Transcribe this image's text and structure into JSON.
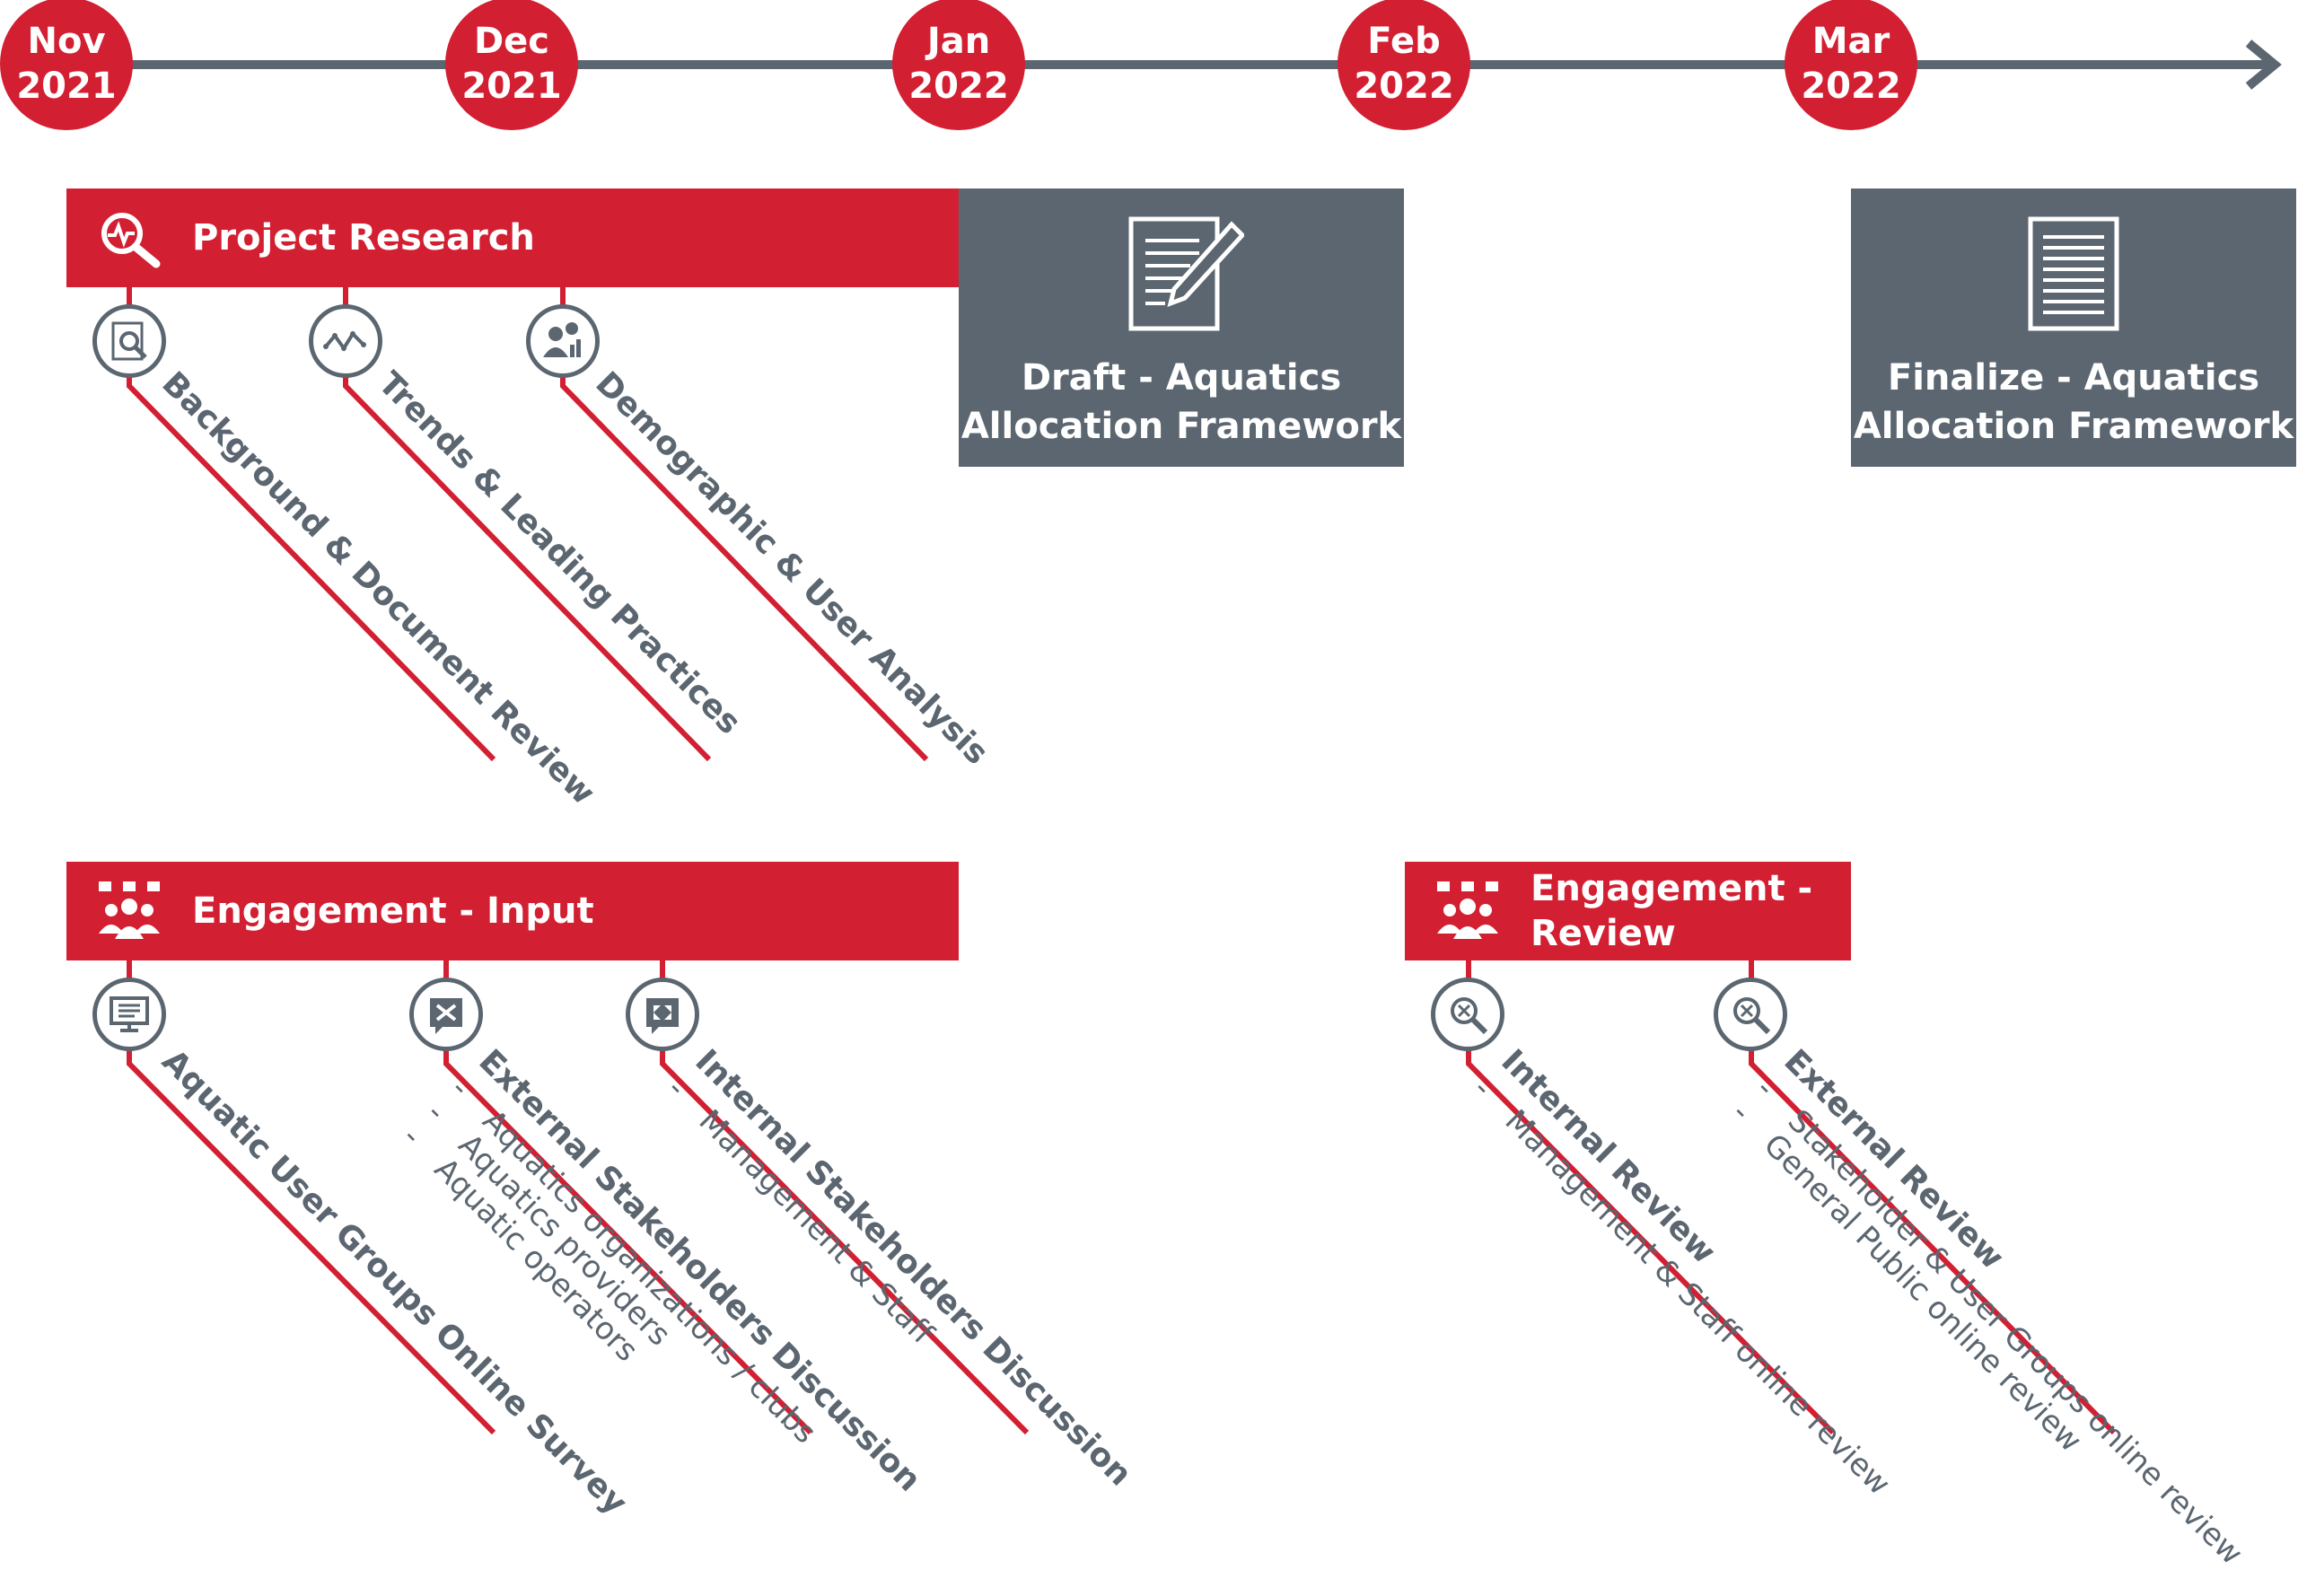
{
  "timeline": {
    "months": [
      {
        "month": "Nov",
        "year": "2021"
      },
      {
        "month": "Dec",
        "year": "2021"
      },
      {
        "month": "Jan",
        "year": "2022"
      },
      {
        "month": "Feb",
        "year": "2022"
      },
      {
        "month": "Mar",
        "year": "2022"
      }
    ]
  },
  "phases": {
    "project_research": {
      "title": "Project Research",
      "items": [
        {
          "title": "Background & Document Review",
          "subs": []
        },
        {
          "title": "Trends & Leading Practices",
          "subs": []
        },
        {
          "title": "Demographic & User Analysis",
          "subs": []
        }
      ]
    },
    "draft": {
      "line1": "Draft - Aquatics",
      "line2": "Allocation Framework"
    },
    "finalize": {
      "line1": "Finalize - Aquatics",
      "line2": "Allocation Framework"
    },
    "engagement_input": {
      "title": "Engagement - Input",
      "items": [
        {
          "title": "Aquatic User Groups Online Survey",
          "subs": []
        },
        {
          "title": "External Stakeholders Discussion",
          "subs": [
            "Aquatics organizations / clubs",
            "Aquatics providers",
            "Aquatic operators"
          ]
        },
        {
          "title": "Internal Stakeholders Discussion",
          "subs": [
            "Management & Staff"
          ]
        }
      ]
    },
    "engagement_review": {
      "title_line1": "Engagement -",
      "title_line2": "Review",
      "items": [
        {
          "title": "Internal Review",
          "subs": [
            "Management & Staff online review"
          ]
        },
        {
          "title": "External Review",
          "subs": [
            "Stakeholder & User Groups online review",
            "General Public online review"
          ]
        }
      ]
    }
  },
  "colors": {
    "red": "#d21f32",
    "slate": "#5b6670",
    "axis": "#5b6670"
  }
}
